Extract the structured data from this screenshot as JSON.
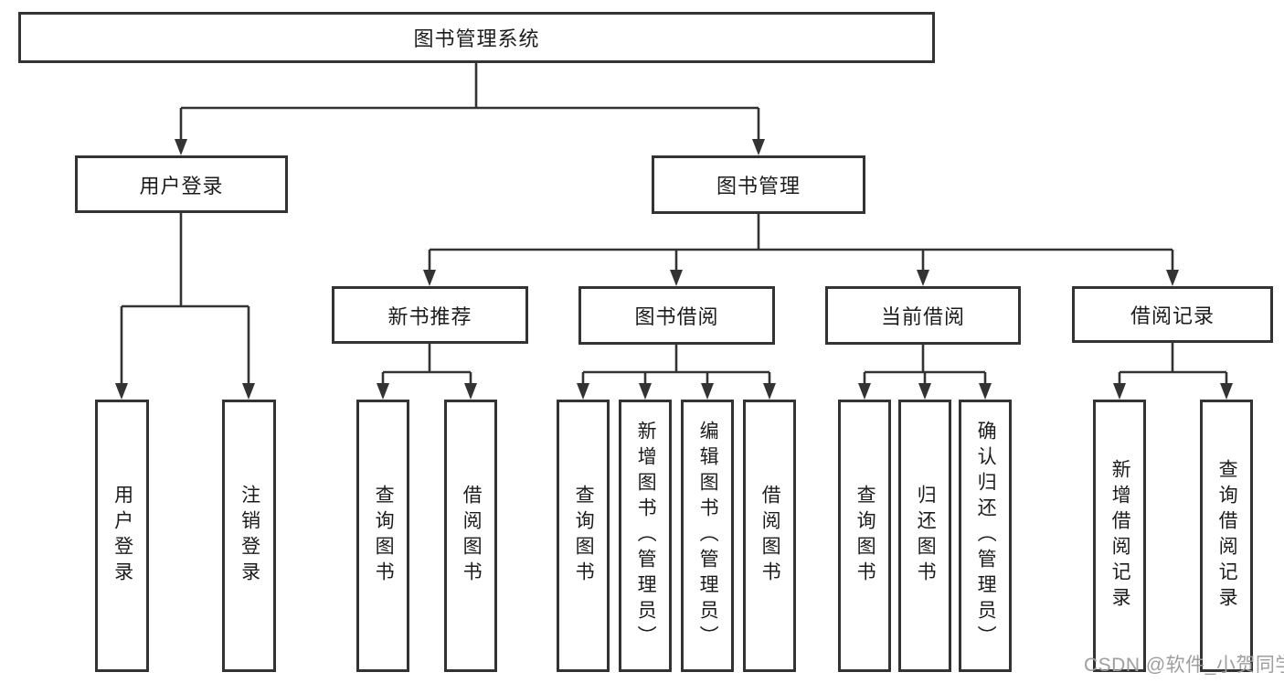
{
  "page": {
    "background": "#ffffff"
  },
  "colors": {
    "line": "#333333",
    "box_border": "#333333",
    "text": "#1c1c1c",
    "watermark": "#9e9e9e"
  },
  "watermark": {
    "text": "CSDN @软件_小贺同学"
  },
  "diagram": {
    "root": {
      "label": "图书管理系统"
    },
    "branches": {
      "user_login": {
        "label": "用户登录",
        "children": [
          "用户登录",
          "注销登录"
        ]
      },
      "book_management": {
        "label": "图书管理"
      },
      "new_book_recommend": {
        "label": "新书推荐",
        "children": [
          "查询图书",
          "借阅图书"
        ]
      },
      "book_borrow": {
        "label": "图书借阅",
        "children": [
          "查询图书",
          "新增图书（管理员）",
          "编辑图书（管理员）",
          "借阅图书"
        ]
      },
      "current_borrow": {
        "label": "当前借阅",
        "children": [
          "查询图书",
          "归还图书",
          "确认归还（管理员）"
        ]
      },
      "borrow_records": {
        "label": "借阅记录",
        "children": [
          "新增借阅记录",
          "查询借阅记录"
        ]
      }
    }
  }
}
